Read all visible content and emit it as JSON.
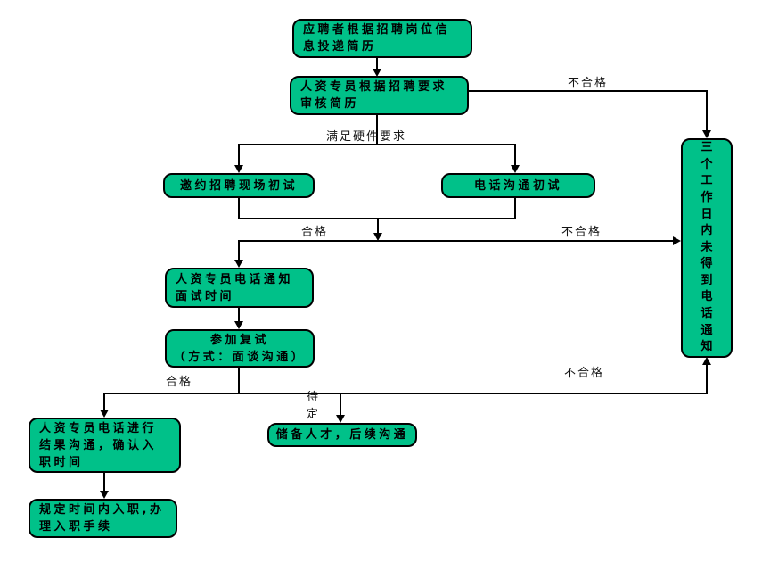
{
  "colors": {
    "node_fill": "#00c189",
    "node_border": "#000000",
    "connector": "#000000",
    "background": "#ffffff"
  },
  "nodes": {
    "apply": {
      "text": "应聘者根据招聘岗位信\n息投递简历"
    },
    "review": {
      "text": "人资专员根据招聘要求\n审核简历"
    },
    "onsite_interview": {
      "text": "邀约招聘现场初试"
    },
    "phone_interview": {
      "text": "电话沟通初试"
    },
    "notify_time": {
      "text": "人资专员电话通知\n面试时间"
    },
    "second_interview": {
      "text": "参加复试\n（方式：面谈沟通）"
    },
    "result_communication": {
      "text": "人资专员电话进行\n结果沟通，确认入\n职时间"
    },
    "onboarding": {
      "text": "规定时间内入职,办\n理入职手续"
    },
    "talent_pool": {
      "text": "储备人才，后续沟通"
    },
    "no_phone_notice": {
      "text": "三个工作日内未得到电话通知"
    }
  },
  "edge_labels": {
    "meets_requirements": "满足硬件要求",
    "unqualified_top": "不合格",
    "qualified_mid": "合格",
    "unqualified_mid": "不合格",
    "qualified_bottom": "合格",
    "pending": "待\n定",
    "unqualified_bottom": "不合格"
  }
}
